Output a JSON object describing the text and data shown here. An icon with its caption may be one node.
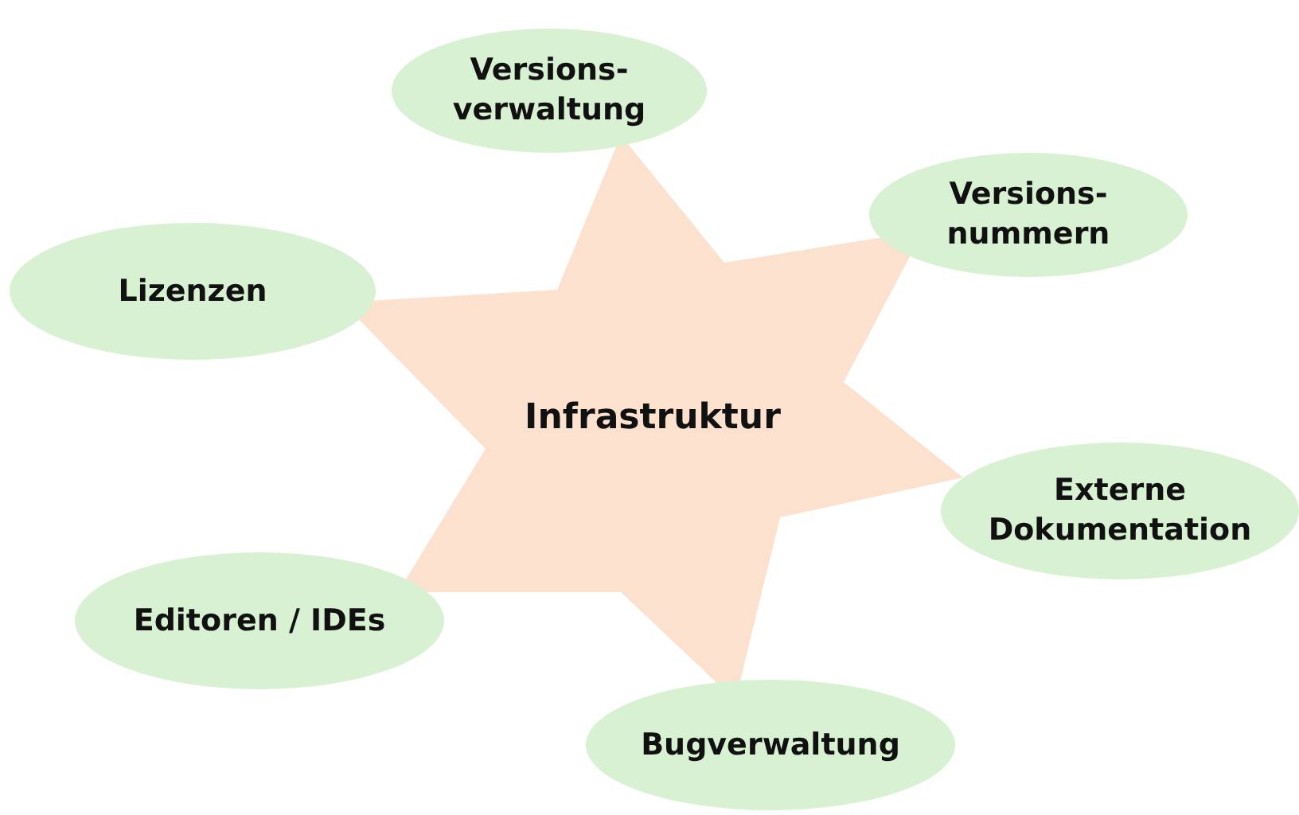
{
  "diagram": {
    "nodes": [
      {
        "text": [
          "Infrastruktur"
        ]
      },
      {
        "text": [
          "Versions- verwaltung"
        ]
      },
      {
        "text": [
          "Versions- nummern"
        ]
      },
      {
        "text": [
          "Lizenzen"
        ]
      },
      {
        "text": [
          "Externe Dokumentation"
        ]
      },
      {
        "text": [
          "Editoren / IDEs"
        ]
      },
      {
        "text": [
          "Bugverwaltung"
        ]
      }
    ]
  }
}
